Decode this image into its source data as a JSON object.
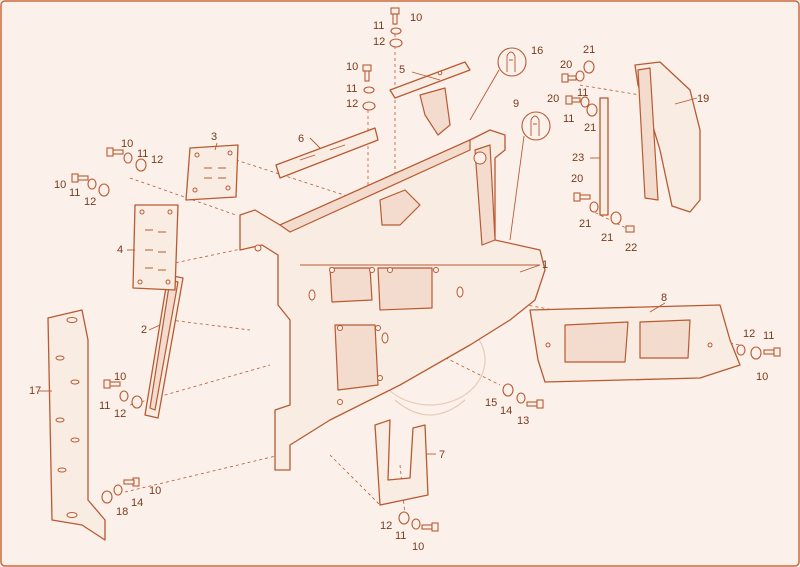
{
  "diagram": {
    "colors": {
      "line": "#b85a32",
      "background": "#fbf1ea",
      "label": "#7a3a1c"
    },
    "callouts": [
      {
        "id": "c-10-a",
        "text": "10"
      },
      {
        "id": "c-11-a",
        "text": "11"
      },
      {
        "id": "c-12-a",
        "text": "12"
      },
      {
        "id": "c-16",
        "text": "16"
      },
      {
        "id": "c-5",
        "text": "5"
      },
      {
        "id": "c-10-b",
        "text": "10"
      },
      {
        "id": "c-11-b",
        "text": "11"
      },
      {
        "id": "c-12-b",
        "text": "12"
      },
      {
        "id": "c-9",
        "text": "9"
      },
      {
        "id": "c-6",
        "text": "6"
      },
      {
        "id": "c-3",
        "text": "3"
      },
      {
        "id": "c-10-c",
        "text": "10"
      },
      {
        "id": "c-11-c",
        "text": "11"
      },
      {
        "id": "c-12-c",
        "text": "12"
      },
      {
        "id": "c-10-d",
        "text": "10"
      },
      {
        "id": "c-11-d",
        "text": "11"
      },
      {
        "id": "c-12-d",
        "text": "12"
      },
      {
        "id": "c-4",
        "text": "4"
      },
      {
        "id": "c-2",
        "text": "2"
      },
      {
        "id": "c-10-e",
        "text": "10"
      },
      {
        "id": "c-11-e",
        "text": "11"
      },
      {
        "id": "c-12-e",
        "text": "12"
      },
      {
        "id": "c-17",
        "text": "17"
      },
      {
        "id": "c-10-f",
        "text": "10"
      },
      {
        "id": "c-14-a",
        "text": "14"
      },
      {
        "id": "c-18",
        "text": "18"
      },
      {
        "id": "c-1",
        "text": "1"
      },
      {
        "id": "c-7",
        "text": "7"
      },
      {
        "id": "c-12-f",
        "text": "12"
      },
      {
        "id": "c-11-f",
        "text": "11"
      },
      {
        "id": "c-10-g",
        "text": "10"
      },
      {
        "id": "c-15",
        "text": "15"
      },
      {
        "id": "c-14-b",
        "text": "14"
      },
      {
        "id": "c-13",
        "text": "13"
      },
      {
        "id": "c-8",
        "text": "8"
      },
      {
        "id": "c-12-g",
        "text": "12"
      },
      {
        "id": "c-11-g",
        "text": "11"
      },
      {
        "id": "c-10-h",
        "text": "10"
      },
      {
        "id": "c-21-a",
        "text": "21"
      },
      {
        "id": "c-20-a",
        "text": "20"
      },
      {
        "id": "c-11-h",
        "text": "11"
      },
      {
        "id": "c-20-b",
        "text": "20"
      },
      {
        "id": "c-11-i",
        "text": "11"
      },
      {
        "id": "c-21-b",
        "text": "21"
      },
      {
        "id": "c-19",
        "text": "19"
      },
      {
        "id": "c-23",
        "text": "23"
      },
      {
        "id": "c-20-c",
        "text": "20"
      },
      {
        "id": "c-21-c",
        "text": "21"
      },
      {
        "id": "c-21-d",
        "text": "21"
      },
      {
        "id": "c-22",
        "text": "22"
      }
    ]
  }
}
